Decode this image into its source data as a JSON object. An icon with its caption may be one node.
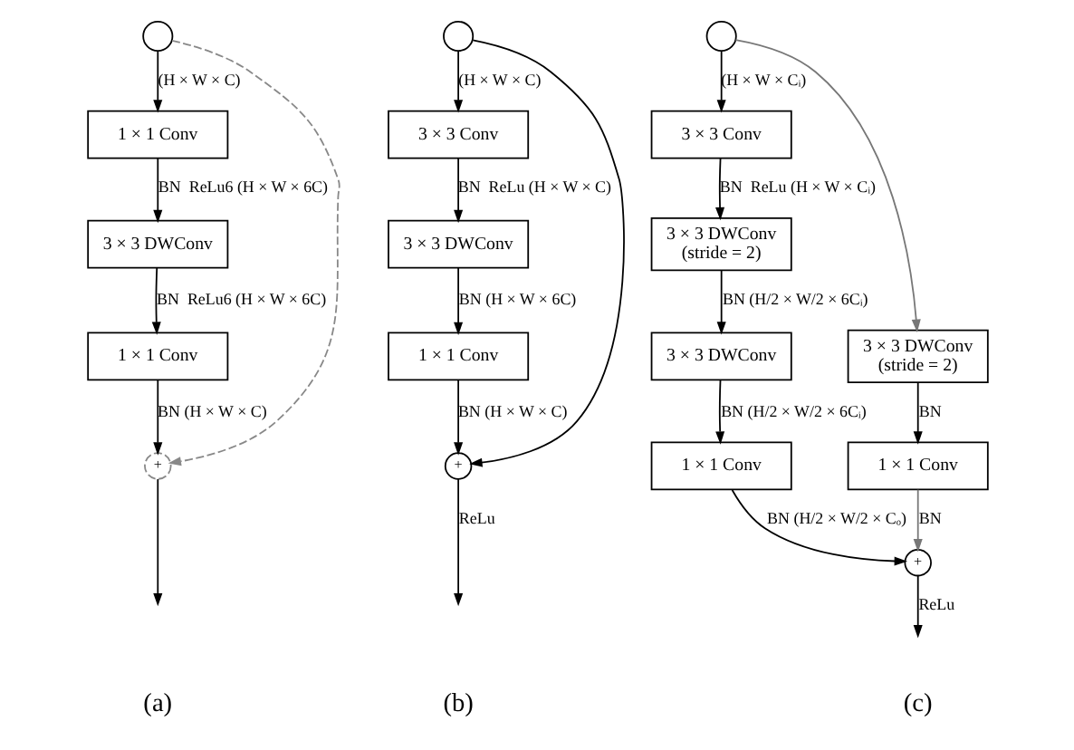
{
  "diagram": {
    "nodes": [
      {
        "text": [],
        "shape": "circle"
      },
      {
        "text": [
          "1 × 1 Conv"
        ]
      },
      {
        "text": [
          "3 × 3 DWConv"
        ]
      },
      {
        "text": [
          "1 × 1 Conv"
        ]
      },
      {
        "text": [
          "+"
        ]
      },
      {
        "text": [],
        "shape": "circle"
      },
      {
        "text": [
          "3 × 3 Conv"
        ]
      },
      {
        "text": [
          "3 × 3 DWConv"
        ]
      },
      {
        "text": [
          "1 × 1 Conv"
        ]
      },
      {
        "text": [
          "+"
        ]
      },
      {
        "text": [],
        "shape": "circle"
      },
      {
        "text": [
          "3 × 3 Conv"
        ]
      },
      {
        "text": [
          "3 × 3 DWConv",
          "(stride = 2)"
        ]
      },
      {
        "text": [
          "3 × 3 DWConv"
        ]
      },
      {
        "text": [
          "1 × 1 Conv"
        ]
      },
      {
        "text": [
          "3 × 3 DWConv",
          "(stride = 2)"
        ]
      },
      {
        "text": [
          "1 × 1 Conv"
        ]
      },
      {
        "text": [
          "+"
        ]
      }
    ],
    "edges": [
      {
        "from": 0,
        "to": 1,
        "arrow": "to",
        "label": "(H × W × C)"
      },
      {
        "from": 1,
        "to": 2,
        "arrow": "to",
        "label": "BN  ReLu6 (H × W × 6C)"
      },
      {
        "from": 2,
        "to": 3,
        "arrow": "to",
        "label": "BN  ReLu6 (H × W × 6C)"
      },
      {
        "from": 3,
        "to": 4,
        "arrow": "to",
        "label": "BN (H × W × C)"
      },
      {
        "from": 0,
        "to": 4,
        "arrow": "to",
        "style": "dashed",
        "color": "#888888"
      },
      {
        "from": 4,
        "to": null,
        "arrow": "to"
      },
      {
        "from": 5,
        "to": 6,
        "arrow": "to",
        "label": "(H × W × C)"
      },
      {
        "from": 6,
        "to": 7,
        "arrow": "to",
        "label": "BN  ReLu (H × W × C)"
      },
      {
        "from": 7,
        "to": 8,
        "arrow": "to",
        "label": "BN (H × W × 6C)"
      },
      {
        "from": 8,
        "to": 9,
        "arrow": "to",
        "label": "BN (H × W × C)"
      },
      {
        "from": 5,
        "to": 9,
        "arrow": "to"
      },
      {
        "from": 9,
        "to": null,
        "arrow": "to",
        "label": "ReLu"
      },
      {
        "from": 10,
        "to": 11,
        "arrow": "to",
        "label": "(H × W × Cᵢ)"
      },
      {
        "from": 11,
        "to": 12,
        "arrow": "to",
        "label": "BN  ReLu (H × W × Cᵢ)"
      },
      {
        "from": 12,
        "to": 13,
        "arrow": "to",
        "label": "BN (H/2 × W/2 × 6Cᵢ)"
      },
      {
        "from": 13,
        "to": 14,
        "arrow": "to",
        "label": "BN (H/2 × W/2 × 6Cᵢ)"
      },
      {
        "from": 14,
        "to": 17,
        "arrow": "to",
        "label": "BN (H/2 × W/2 × Cₒ)"
      },
      {
        "from": 10,
        "to": 15,
        "arrow": "to",
        "color": "#777777"
      },
      {
        "from": 15,
        "to": 16,
        "arrow": "to",
        "label": "BN"
      },
      {
        "from": 16,
        "to": 17,
        "arrow": "to",
        "label": "BN",
        "color": "#777777"
      },
      {
        "from": 17,
        "to": null,
        "arrow": "to",
        "label": "ReLu"
      }
    ],
    "labels": [
      "(a)",
      "(b)",
      "(c)"
    ]
  }
}
